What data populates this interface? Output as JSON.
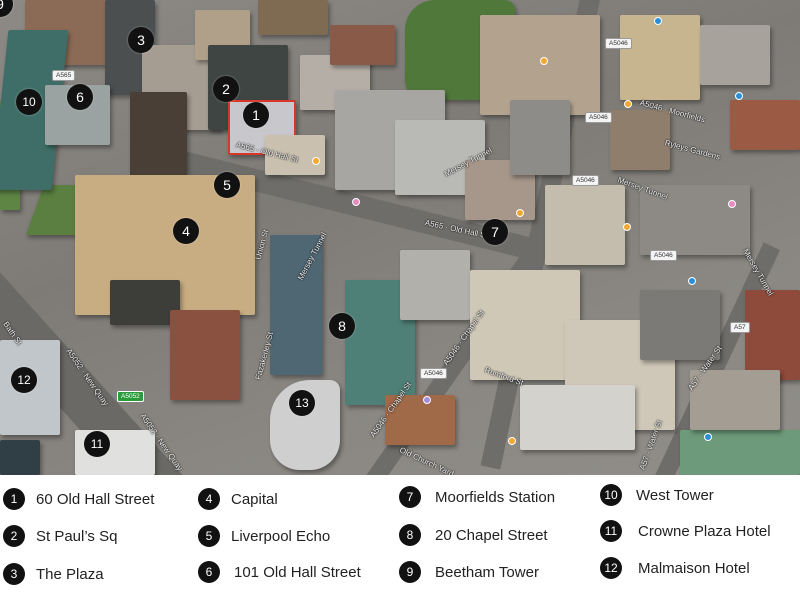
{
  "markers": [
    {
      "n": "1",
      "name": "60 Old Hall Street"
    },
    {
      "n": "2",
      "name": "St Paul’s Sq"
    },
    {
      "n": "3",
      "name": "The Plaza"
    },
    {
      "n": "4",
      "name": "Capital"
    },
    {
      "n": "5",
      "name": "Liverpool Echo"
    },
    {
      "n": "6",
      "name": "101 Old Hall Street"
    },
    {
      "n": "7",
      "name": "Moorfields Station"
    },
    {
      "n": "8",
      "name": "20 Chapel Street"
    },
    {
      "n": "9",
      "name": "Beetham Tower"
    },
    {
      "n": "10",
      "name": "West Tower"
    },
    {
      "n": "11",
      "name": "Crowne Plaza Hotel"
    },
    {
      "n": "12",
      "name": "Malmaison Hotel"
    },
    {
      "n": "13",
      "name": ""
    }
  ],
  "roads": {
    "old_hall_1": "A565 · Old Hall St",
    "old_hall_2": "A565 · Old Hall St",
    "a565": "A565",
    "mersey1": "Mersey Tunnel",
    "mersey2": "Mersey Tunnel",
    "mersey3": "Mersey Tunnel",
    "mersey4": "Mersey Tunnel",
    "moorfields": "A5046 · Moorfields",
    "ryleys": "Ryleys Gardens",
    "a5046_1": "A5046",
    "a5046_2": "A5046",
    "a5046_3": "A5046",
    "a5046_4": "A5046",
    "a5046_5": "A5046",
    "a57": "A57",
    "water1": "A57 · Water St",
    "water2": "A57 · Water St",
    "chapel1": "A5046 · Chapel St",
    "chapel2": "A5046 · Chapel St",
    "newquay1": "A5052 · New Quay",
    "newquay2": "A5052 · New Quay",
    "a5052": "A5052",
    "bath": "Bath St",
    "rumford": "Rumford St",
    "oldchurch": "Old Church Yard",
    "union": "Union St",
    "fazakerley": "Fazakerley St"
  },
  "colors": {
    "marker": "#111111",
    "highlight": "#d9362b",
    "park": "#4f7a3a",
    "poi_orange": "#f0a830",
    "poi_blue": "#2a8fd8",
    "poi_pink": "#e78ac0",
    "poi_purple": "#a78ad8"
  }
}
